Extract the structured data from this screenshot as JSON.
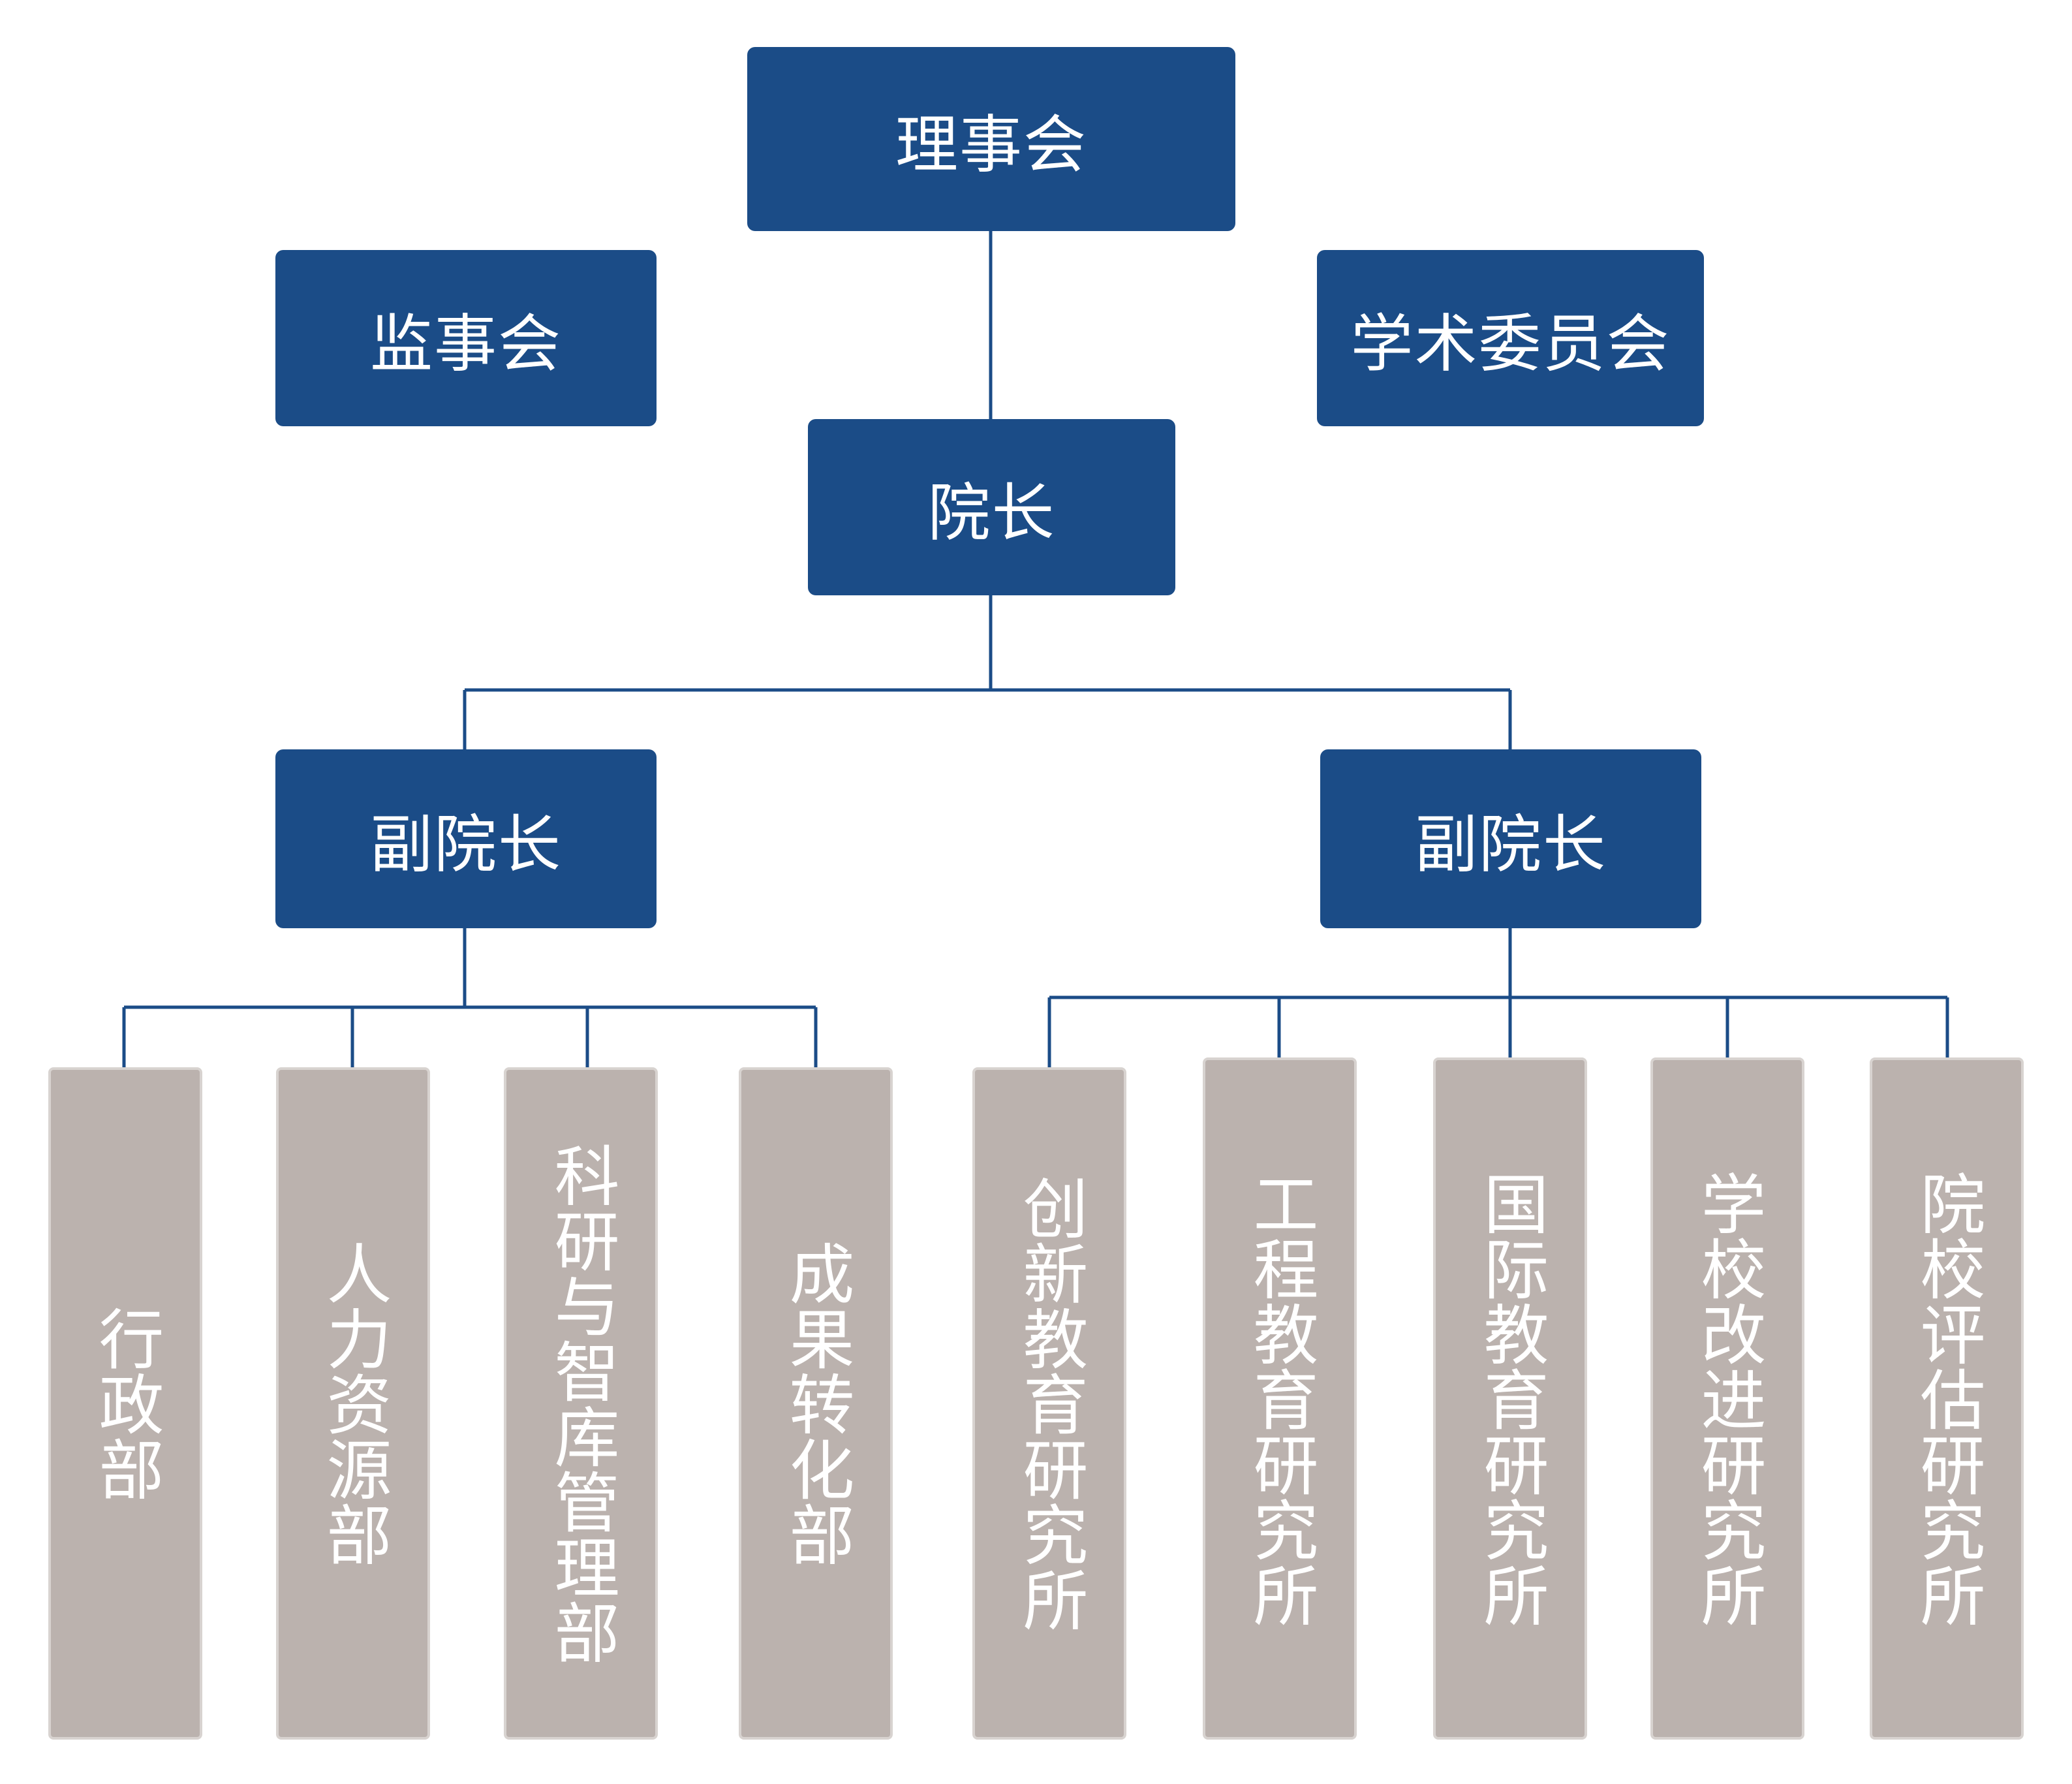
{
  "colors": {
    "leadership_box": "#1b4c87",
    "department_box": "#bbb2ae",
    "connector_line": "#1b4c87",
    "text": "#ffffff"
  },
  "nodes": {
    "board": "理事会",
    "supervisory_board": "监事会",
    "academic_committee": "学术委员会",
    "president": "院长",
    "vice_president_left": "副院长",
    "vice_president_right": "副院长"
  },
  "departments_left": [
    "行政部",
    "人力资源部",
    "科研与智库管理部",
    "成果转化部"
  ],
  "institutes_right": [
    "创新教育研究所",
    "工程教育研究所",
    "国际教育研究所",
    "学校改进研究所",
    "院校评估研究所"
  ]
}
